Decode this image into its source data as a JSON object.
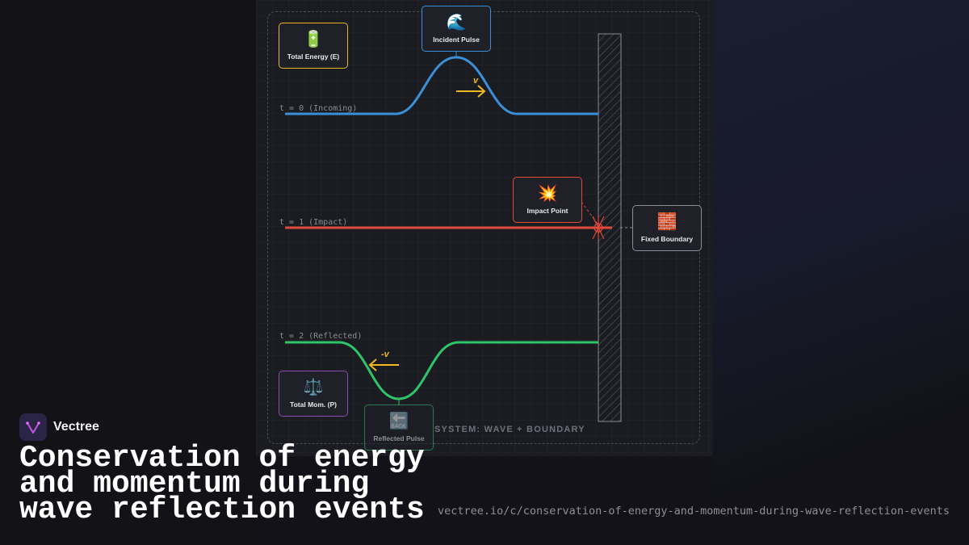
{
  "timeline": [
    {
      "label": "t = 0 (Incoming)"
    },
    {
      "label": "t = 1 (Impact)"
    },
    {
      "label": "t = 2 (Reflected)"
    }
  ],
  "velocity_labels": {
    "incident": "v",
    "reflected": "-v"
  },
  "cards": {
    "total_energy": {
      "icon": "🔋",
      "label": "Total Energy (E)"
    },
    "incident_pulse": {
      "icon": "🌊",
      "label": "Incident Pulse"
    },
    "impact_point": {
      "icon": "💥",
      "label": "Impact Point"
    },
    "fixed_boundary": {
      "icon": "🧱",
      "label": "Fixed Boundary"
    },
    "total_momentum": {
      "icon": "⚖️",
      "label": "Total Mom. (P)"
    },
    "reflected_pulse": {
      "icon": "🔙",
      "label": "Reflected Pulse"
    }
  },
  "system_label": "SYSTEM: WAVE + BOUNDARY",
  "brand": {
    "name": "Vectree"
  },
  "title_lines": [
    "Conservation of energy",
    "and momentum during",
    "wave reflection events"
  ],
  "url": "vectree.io/c/conservation-of-energy-and-momentum-during-wave-reflection-events",
  "colors": {
    "incident": "#3a8fd8",
    "impact": "#e04a3a",
    "reflected": "#2ec46a",
    "arrow": "#f0b820",
    "energy_border": "#e6b820",
    "momentum_border": "#8a4fb0",
    "boundary_border": "#8a8d98"
  }
}
